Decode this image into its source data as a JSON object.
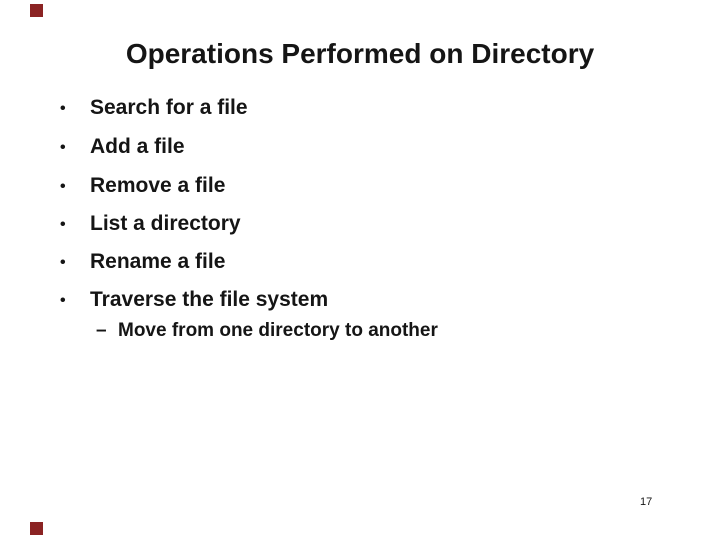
{
  "slide": {
    "title": "Operations Performed on Directory",
    "bullet_glyph": "•",
    "sub_bullet_glyph": "–",
    "bullets": [
      {
        "label": "Search for a file"
      },
      {
        "label": "Add a file"
      },
      {
        "label": "Remove a file"
      },
      {
        "label": "List a directory"
      },
      {
        "label": "Rename a file"
      },
      {
        "label": "Traverse the file system"
      }
    ],
    "sub_bullets": [
      {
        "label": "Move from one directory to another"
      }
    ],
    "page_number": "17",
    "colors": {
      "background": "#FFFFFF",
      "text": "#151515",
      "accent": "#8B2323"
    }
  }
}
